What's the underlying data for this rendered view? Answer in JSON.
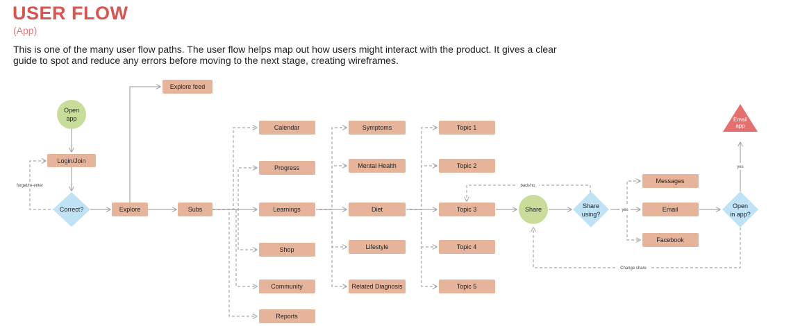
{
  "header": {
    "title": "USER FLOW",
    "subtitle": "(App)",
    "description": "This is one of the many user flow paths. The user flow helps map out how users might interact with the product. It gives a clear guide to spot and reduce any errors before moving to the next stage, creating wireframes."
  },
  "colors": {
    "title": "#d9534f",
    "process": "#e6b49a",
    "decision": "#bfe3f5",
    "terminal": "#c8dd9a",
    "end": "#e46f6f",
    "line": "#a6a6a6"
  },
  "nodes": {
    "open_app": "Open app",
    "login": "Login/Join",
    "correct": "Correct?",
    "explore": "Explore",
    "explore_feed": "Explore feed",
    "subs": "Subs",
    "calendar": "Calendar",
    "progress": "Progress",
    "learnings": "Learnings",
    "shop": "Shop",
    "community": "Community",
    "reports": "Reports",
    "symptoms": "Symptoms",
    "mental_health": "Mental Health",
    "diet": "Diet",
    "lifestyle": "Lifestyle",
    "related_diagnosis": "Related Diagnosis",
    "topic1": "Topic 1",
    "topic2": "Topic 2",
    "topic3": "Topic 3",
    "topic4": "Topic 4",
    "topic5": "Topic 5",
    "share": "Share",
    "share_using": "Share using?",
    "messages": "Messages",
    "email": "Email",
    "facebook": "Facebook",
    "open_in_app": "Open in app?",
    "email_app": "Email app"
  },
  "edge_labels": {
    "forget": "forget/re-enter",
    "back": "back/no",
    "yes1": "yes",
    "yes2": "yes",
    "change_share": "Change share"
  }
}
